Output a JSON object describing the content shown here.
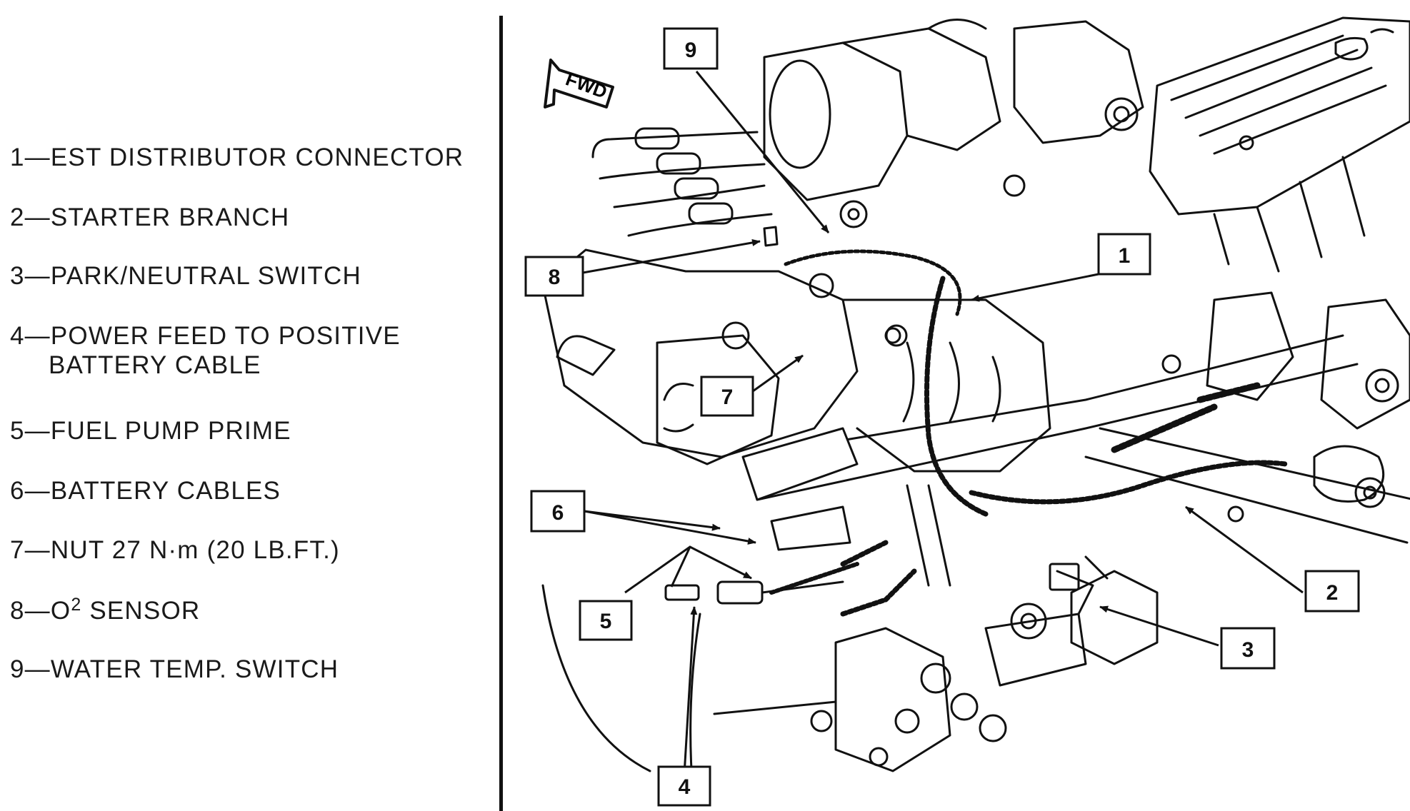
{
  "legend": {
    "items": [
      {
        "num": "1",
        "line1": "EST DISTRIBUTOR CONNECTOR",
        "line2": ""
      },
      {
        "num": "2",
        "line1": "STARTER BRANCH",
        "line2": ""
      },
      {
        "num": "3",
        "line1": "PARK/NEUTRAL SWITCH",
        "line2": ""
      },
      {
        "num": "4",
        "line1": "POWER FEED TO POSITIVE",
        "line2": "BATTERY CABLE"
      },
      {
        "num": "5",
        "line1": "FUEL PUMP PRIME",
        "line2": ""
      },
      {
        "num": "6",
        "line1": "BATTERY CABLES",
        "line2": ""
      },
      {
        "num": "7",
        "line1": "NUT 27 N·m (20 LB.FT.)",
        "line2": ""
      },
      {
        "num": "8",
        "line1": "O",
        "sup": "2",
        "line1b": " SENSOR",
        "line2": ""
      },
      {
        "num": "9",
        "line1": "WATER TEMP. SWITCH",
        "line2": ""
      }
    ]
  },
  "diagram": {
    "direction_label": "FWD",
    "callouts": [
      "1",
      "2",
      "3",
      "4",
      "5",
      "6",
      "7",
      "8",
      "9"
    ]
  }
}
